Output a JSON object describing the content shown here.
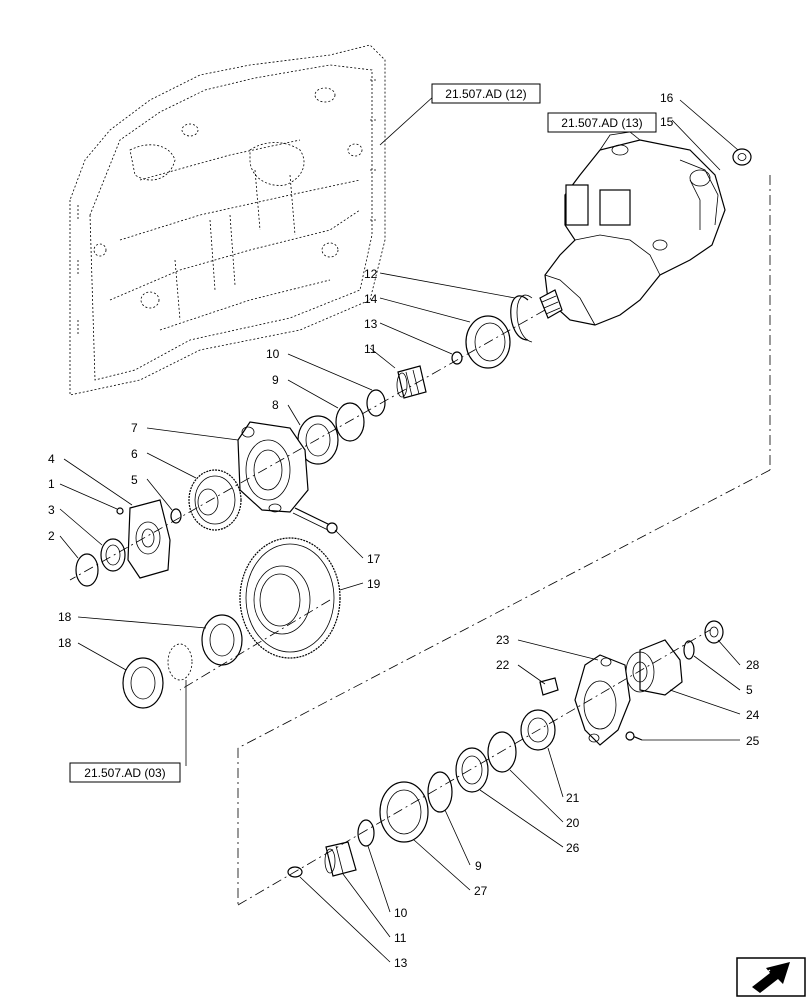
{
  "references": {
    "ref_12": "21.507.AD (12)",
    "ref_13": "21.507.AD (13)",
    "ref_03": "21.507.AD (03)"
  },
  "callouts": {
    "c1": "1",
    "c2": "2",
    "c3": "3",
    "c4": "4",
    "c5a": "5",
    "c5b": "5",
    "c6": "6",
    "c7": "7",
    "c8": "8",
    "c9a": "9",
    "c9b": "9",
    "c10a": "10",
    "c10b": "10",
    "c11a": "11",
    "c11b": "11",
    "c12": "12",
    "c13a": "13",
    "c13b": "13",
    "c14": "14",
    "c15": "15",
    "c16": "16",
    "c17": "17",
    "c18a": "18",
    "c18b": "18",
    "c19": "19",
    "c20": "20",
    "c21": "21",
    "c22": "22",
    "c23": "23",
    "c24": "24",
    "c25": "25",
    "c26": "26",
    "c27": "27",
    "c28": "28"
  },
  "icons": {
    "navigation": "arrow-icon"
  }
}
